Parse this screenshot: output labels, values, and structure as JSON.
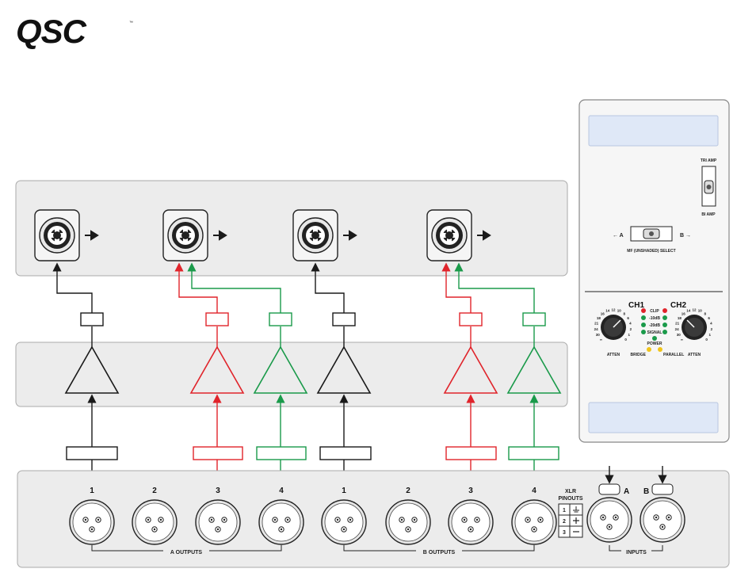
{
  "brand": {
    "logo_text": "QSC",
    "trademark": "™"
  },
  "colors": {
    "black": "#1a1a1a",
    "red": "#e0242b",
    "green": "#1a9a4a",
    "panel": "#ececec",
    "lcd": "#dfe8f7",
    "lcd_border": "#b8c6e0"
  },
  "side_panel": {
    "tri_amp": "TRI AMP",
    "bi_amp": "BI AMP",
    "arrow_a": "← A",
    "arrow_b": "B →",
    "mf_select": "MF (UNSHADED) SELECT",
    "ch1": "CH1",
    "ch2": "CH2",
    "clip": "CLIP",
    "minus10": "-10dB",
    "minus20": "-20dB",
    "signal": "SIGNAL",
    "power": "POWER",
    "bridge": "BRIDGE",
    "parallel": "PARALLEL",
    "atten": "ATTEN",
    "dial_left": [
      "0",
      "1",
      "2",
      "4",
      "6",
      "8",
      "10",
      "12",
      "14",
      "16",
      "18",
      "21",
      "24",
      "30",
      "∞"
    ],
    "dial_right": [
      "0",
      "1",
      "2",
      "4",
      "6",
      "8",
      "10",
      "12",
      "14",
      "16",
      "18",
      "21",
      "24",
      "30",
      "∞"
    ]
  },
  "outputs": {
    "a_numbers": [
      "1",
      "2",
      "3",
      "4"
    ],
    "b_numbers": [
      "1",
      "2",
      "3",
      "4"
    ],
    "a_label": "A OUTPUTS",
    "b_label": "B OUTPUTS"
  },
  "pinouts": {
    "title_line1": "XLR",
    "title_line2": "PINOUTS",
    "rows": [
      "1",
      "2",
      "3"
    ]
  },
  "inputs": {
    "a": "A",
    "b": "B",
    "label": "INPUTS"
  }
}
